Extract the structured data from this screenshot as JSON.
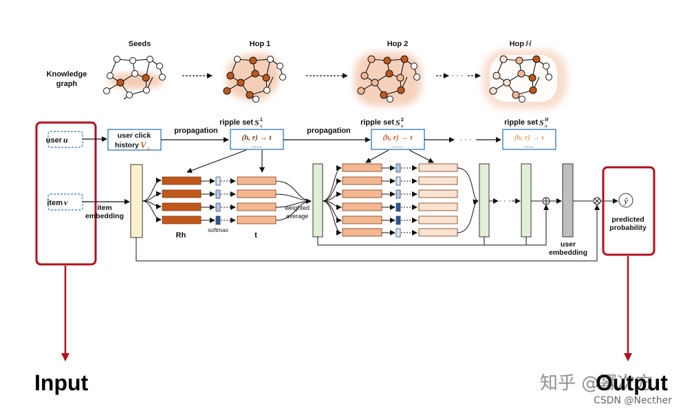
{
  "kg": {
    "label_line1": "Knowledge",
    "label_line2": "graph",
    "seeds": "Seeds",
    "hop1": "Hop 1",
    "hop2": "Hop 2",
    "hopH_prefix": "Hop ",
    "hopH_var": "H",
    "ellipsis": "· · ·"
  },
  "flow": {
    "user_prefix": "user ",
    "user_var": "u",
    "item_prefix": "item ",
    "item_var": "v",
    "click_line1": "user click",
    "click_line2": "history ",
    "click_var": "V",
    "click_sub": "u",
    "propagation1": "propagation",
    "propagation2": "propagation",
    "ripple_prefix": "ripple set ",
    "ripple_S": "S",
    "ripple_sub": "u",
    "ripple_sup1": "1",
    "ripple_sup2": "2",
    "ripple_supH": "H",
    "triple": "(h, r) → t",
    "triple_dots": "......",
    "dots": "· · ·",
    "item_emb1": "item",
    "item_emb2": "embedding",
    "rh": "Rh",
    "softmax": "softmax",
    "t_label": "t",
    "weighted1": "weighted",
    "weighted2": "average",
    "user_emb1": "user",
    "user_emb2": "embedding",
    "predicted1": "predicted",
    "predicted2": "probability",
    "yhat": "ŷ"
  },
  "annotations": {
    "input": "Input",
    "output": "Output"
  },
  "watermark": {
    "zhihu": "知乎 @幂次方",
    "csdn": "CSDN @Necther"
  },
  "colors": {
    "dark_orange": "#c0581c",
    "light_orange": "#f3b892",
    "pale_orange": "#fbe3d2",
    "halo": "#f2c2a6",
    "blue_box": "#2e75b6",
    "green_box": "#e2efd9",
    "yellow_box": "#fdf2cc",
    "gray_box": "#bfbfbf",
    "red_frame": "#b0101c"
  }
}
